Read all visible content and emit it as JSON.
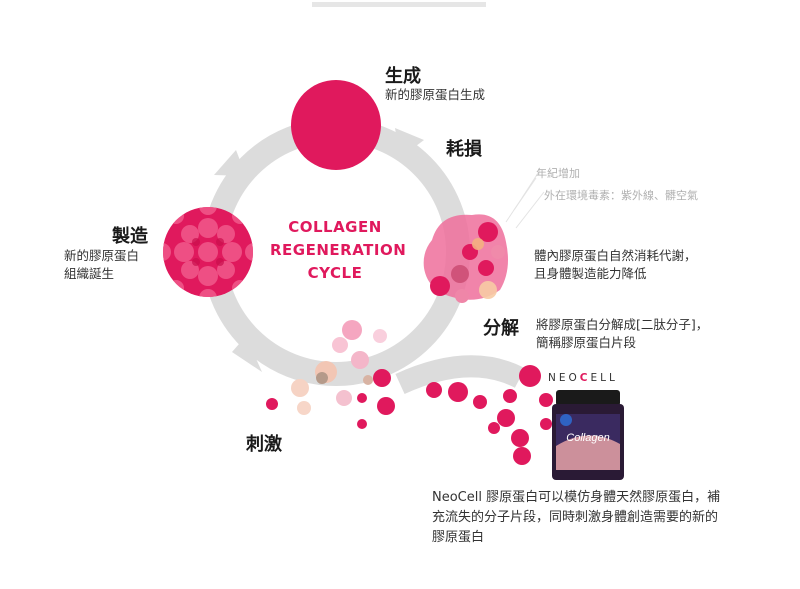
{
  "cycle_title": [
    "COLLAGEN",
    "REGENERATION",
    "CYCLE"
  ],
  "stages": {
    "generate": {
      "title": "生成",
      "desc": "新的膠原蛋白生成"
    },
    "consume": {
      "title": "耗損"
    },
    "factors": [
      "年紀增加",
      "外在環境毒素：紫外線、髒空氣"
    ],
    "consume_desc": [
      "體內膠原蛋白自然消耗代謝，",
      "且身體製造能力降低"
    ],
    "decompose": {
      "title": "分解",
      "desc": [
        "將膠原蛋白分解成[二肽分子]，",
        "簡稱膠原蛋白片段"
      ]
    },
    "stimulate": {
      "title": "刺激"
    },
    "manufacture": {
      "title": "製造",
      "desc": [
        "新的膠原蛋白",
        "組織誕生"
      ]
    }
  },
  "product": {
    "brand_prefix": "NEO",
    "brand_mark": "C",
    "brand_suffix": "ELL",
    "label": "Collagen",
    "description": [
      "NeoCell 膠原蛋白可以模仿身體天然膠原蛋白，補",
      "充流失的分子片段，同時刺激身體創造需要的新的",
      "膠原蛋白"
    ]
  },
  "colors": {
    "accent": "#e0195d",
    "ring": "#dcdcdc",
    "pink_light": "#f5a6c0"
  }
}
